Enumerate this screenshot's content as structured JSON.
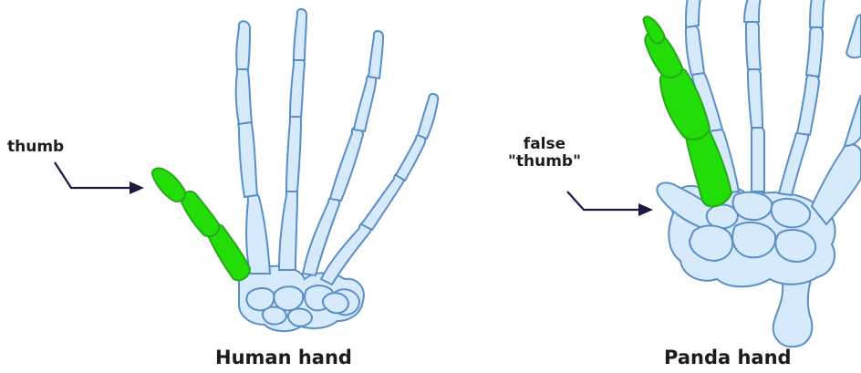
{
  "labels": {
    "human_thumb": "thumb",
    "panda_thumb_line1": "false",
    "panda_thumb_line2": "\"thumb\""
  },
  "captions": {
    "human": "Human hand",
    "panda": "Panda hand"
  },
  "colors": {
    "bone_fill": "#d6eafc",
    "bone_outline": "#5a8fc6",
    "thumb_highlight": "#22dd08",
    "arrow": "#1a1a40"
  }
}
